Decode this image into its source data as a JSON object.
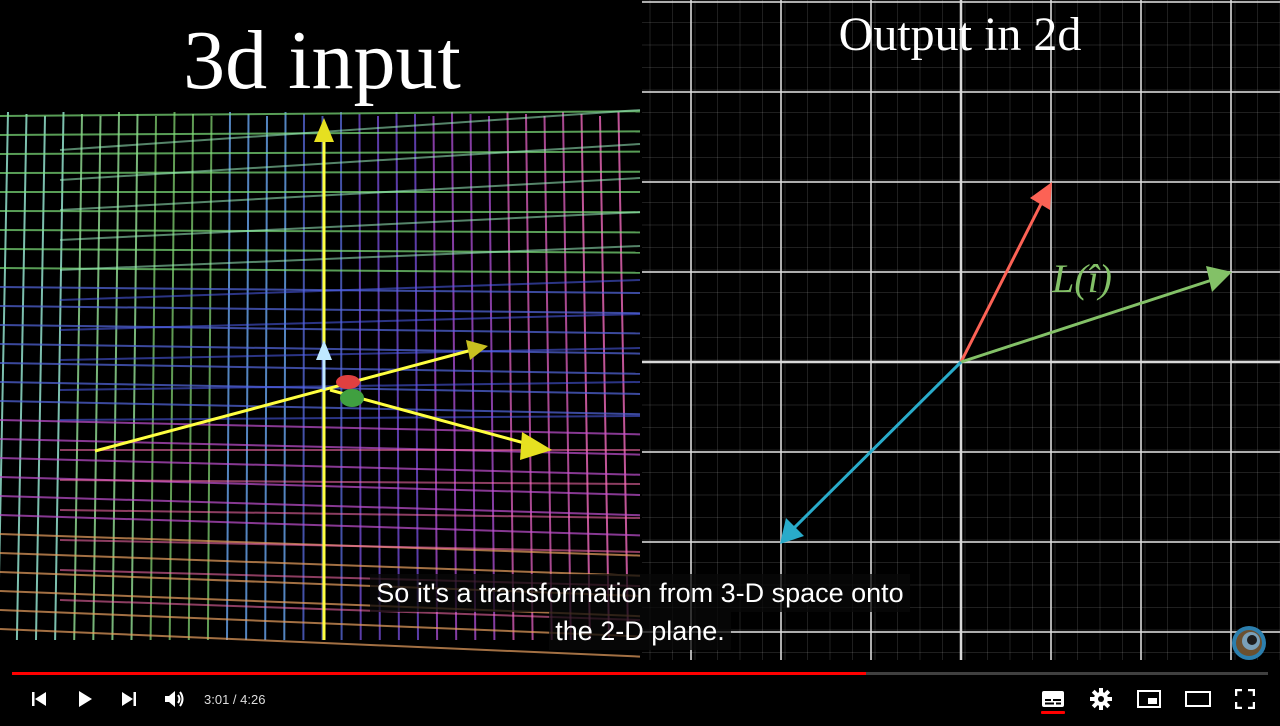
{
  "video": {
    "left_title": "3d input",
    "right_title": "Output in 2d",
    "vector_label": "L(î)",
    "captions": [
      "So it's a transformation from 3-D space onto",
      "the 2-D plane."
    ],
    "colors": {
      "grid_white": "#d8d8d8",
      "axis_yellow": "#ffff00",
      "vector_red": "#fc6255",
      "vector_green": "#83c167",
      "vector_blue": "#29abca",
      "label_green": "#83c167"
    }
  },
  "player": {
    "current_time": "3:01",
    "duration": "4:26",
    "time_display": "3:01 / 4:26",
    "progress": 0.6796,
    "controls": {
      "previous": "previous-icon",
      "play": "play-icon",
      "next": "next-icon",
      "volume": "volume-icon",
      "subtitles": "subtitles-icon",
      "settings": "gear-icon",
      "miniplayer": "miniplayer-icon",
      "theater": "theater-mode-icon",
      "fullscreen": "fullscreen-icon"
    },
    "accent_color": "#ff0000"
  }
}
